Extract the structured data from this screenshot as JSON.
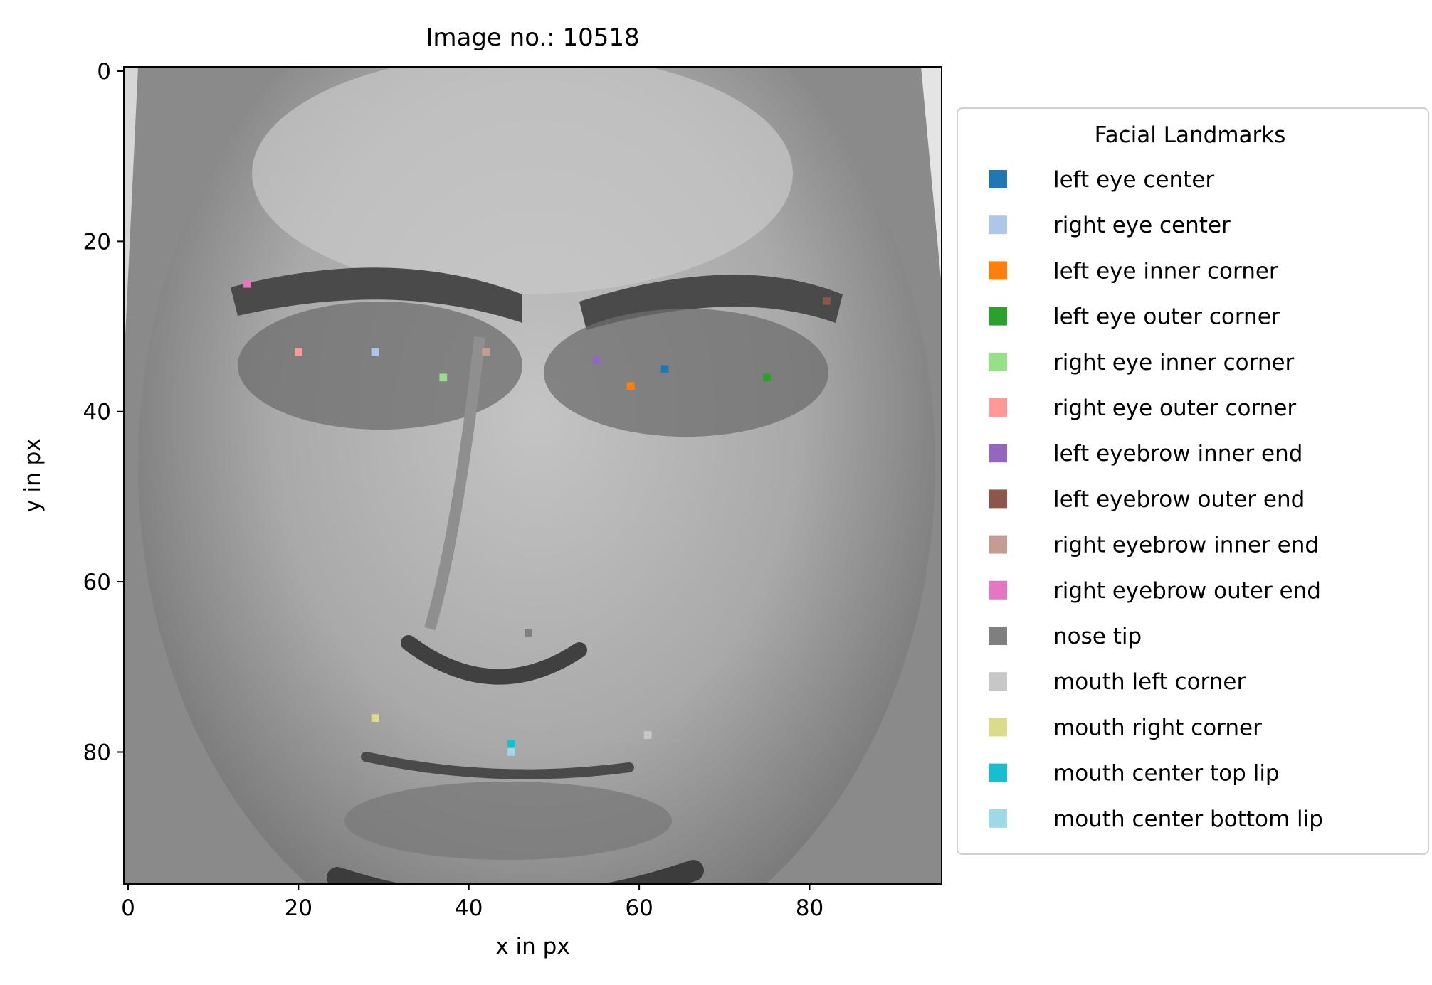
{
  "chart_data": {
    "type": "scatter",
    "title": "Image no.: 10518",
    "xlabel": "x in px",
    "ylabel": "y in px",
    "xlim": [
      -0.5,
      95.5
    ],
    "ylim": [
      95.5,
      -0.5
    ],
    "xticks": [
      0,
      20,
      40,
      60,
      80
    ],
    "yticks": [
      0,
      20,
      40,
      60,
      80
    ],
    "grid": false,
    "background_image": "grayscale face photo (96x96 px)",
    "legend": {
      "title": "Facial Landmarks",
      "placement": "outside-right"
    },
    "series": [
      {
        "name": "left eye center",
        "color": "#1f77b4",
        "x": [
          63
        ],
        "y": [
          35
        ]
      },
      {
        "name": "right eye center",
        "color": "#aec7e8",
        "x": [
          29
        ],
        "y": [
          33
        ]
      },
      {
        "name": "left eye inner corner",
        "color": "#ff7f0e",
        "x": [
          59
        ],
        "y": [
          37
        ]
      },
      {
        "name": "left eye outer corner",
        "color": "#2ca02c",
        "x": [
          75
        ],
        "y": [
          36
        ]
      },
      {
        "name": "right eye inner corner",
        "color": "#98df8a",
        "x": [
          37
        ],
        "y": [
          36
        ]
      },
      {
        "name": "right eye outer corner",
        "color": "#ff9896",
        "x": [
          20
        ],
        "y": [
          33
        ]
      },
      {
        "name": "left eyebrow inner end",
        "color": "#9467bd",
        "x": [
          55
        ],
        "y": [
          34
        ]
      },
      {
        "name": "left eyebrow outer end",
        "color": "#8c564b",
        "x": [
          82
        ],
        "y": [
          27
        ]
      },
      {
        "name": "right eyebrow inner end",
        "color": "#c49c94",
        "x": [
          42
        ],
        "y": [
          33
        ]
      },
      {
        "name": "right eyebrow outer end",
        "color": "#e377c2",
        "x": [
          14
        ],
        "y": [
          25
        ]
      },
      {
        "name": "nose tip",
        "color": "#7f7f7f",
        "x": [
          47
        ],
        "y": [
          66
        ]
      },
      {
        "name": "mouth left corner",
        "color": "#c7c7c7",
        "x": [
          61
        ],
        "y": [
          78
        ]
      },
      {
        "name": "mouth right corner",
        "color": "#dbdb8d",
        "x": [
          29
        ],
        "y": [
          76
        ]
      },
      {
        "name": "mouth center top lip",
        "color": "#17becf",
        "x": [
          45
        ],
        "y": [
          79
        ]
      },
      {
        "name": "mouth center bottom lip",
        "color": "#9edae5",
        "x": [
          45
        ],
        "y": [
          80
        ]
      }
    ]
  }
}
